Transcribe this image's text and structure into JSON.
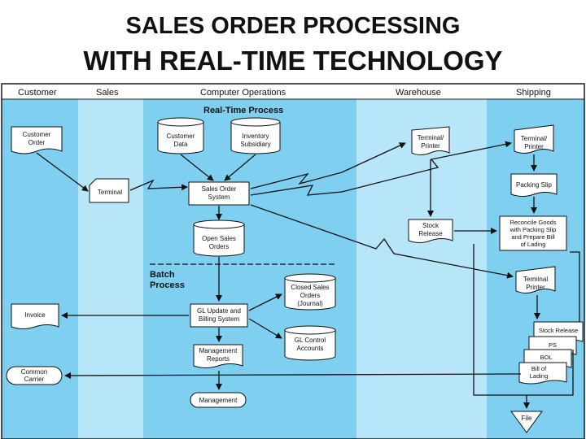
{
  "title": {
    "line1": "SALES ORDER PROCESSING",
    "line2": "WITH REAL-TIME TECHNOLOGY"
  },
  "lanes": [
    "Customer",
    "Sales",
    "Computer Operations",
    "Warehouse",
    "Shipping"
  ],
  "sections": {
    "realtime": "Real-Time Process",
    "batch": [
      "Batch",
      "Process"
    ]
  },
  "nodes": {
    "customer_order": [
      "Customer",
      "Order"
    ],
    "terminal_sales": [
      "Terminal"
    ],
    "customer_data": [
      "Customer",
      "Data"
    ],
    "inventory_subsidiary": [
      "Inventory",
      "Subsidiary"
    ],
    "sales_order_system": [
      "Sales Order",
      "System"
    ],
    "open_sales_orders": [
      "Open Sales",
      "Orders"
    ],
    "terminal_printer_wh": [
      "Terminal/",
      "Printer"
    ],
    "stock_release": [
      "Stock",
      "Release"
    ],
    "terminal_printer_ship1": [
      "Terminal/",
      "Printer"
    ],
    "packing_slip": [
      "Packing Slip"
    ],
    "reconcile": [
      "Reconcile Goods",
      "with Packing Slip",
      "and Prepare Bill",
      "of Lading"
    ],
    "terminal_printer_ship2": [
      "Terminal",
      "Printer"
    ],
    "closed_sales_orders": [
      "Closed Sales",
      "Orders",
      "(Journal)"
    ],
    "gl_update": [
      "GL Update and",
      "Billing System"
    ],
    "gl_control": [
      "GL Control",
      "Accounts"
    ],
    "invoice": [
      "Invoice"
    ],
    "management_reports": [
      "Management",
      "Reports"
    ],
    "management": [
      "Management"
    ],
    "common_carrier": [
      "Common",
      "Carrier"
    ],
    "stock_release_doc": [
      "Stock Release"
    ],
    "ps_doc": [
      "PS"
    ],
    "bol_doc": [
      "BOL"
    ],
    "bill_of_lading": [
      "Bill of",
      "Lading"
    ],
    "file": [
      "File"
    ]
  },
  "colors": {
    "lane_dark": "#7fd0f0",
    "lane_light": "#b6e6f8",
    "header": "#ffffff",
    "frame": "#1a1a1a"
  }
}
